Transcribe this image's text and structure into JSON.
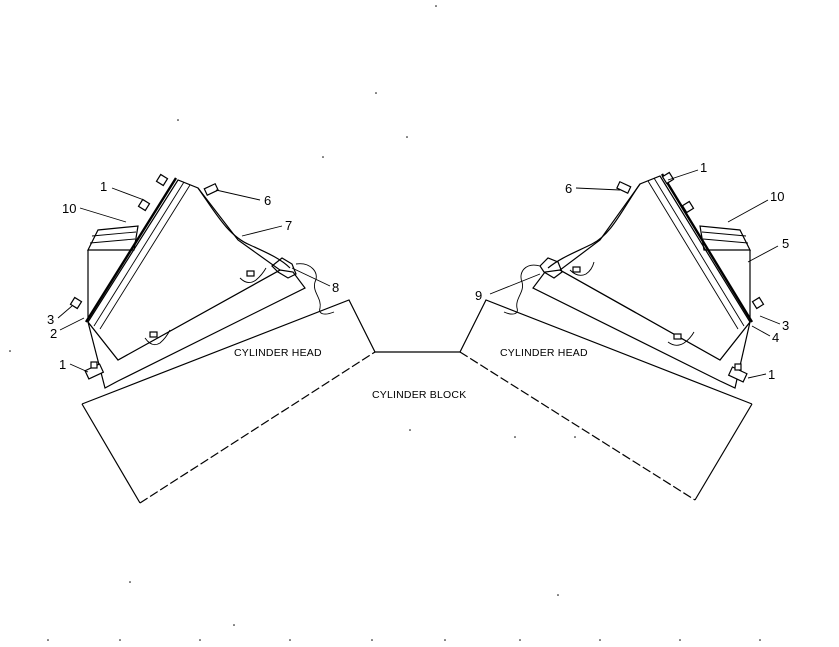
{
  "captions": {
    "left_head": "CYLINDER HEAD",
    "right_head": "CYLINDER HEAD",
    "block": "CYLINDER BLOCK"
  },
  "callouts": {
    "left": [
      "1",
      "10",
      "6",
      "7",
      "8",
      "3",
      "2",
      "1"
    ],
    "right": [
      "1",
      "6",
      "10",
      "5",
      "9",
      "3",
      "4",
      "1"
    ]
  }
}
